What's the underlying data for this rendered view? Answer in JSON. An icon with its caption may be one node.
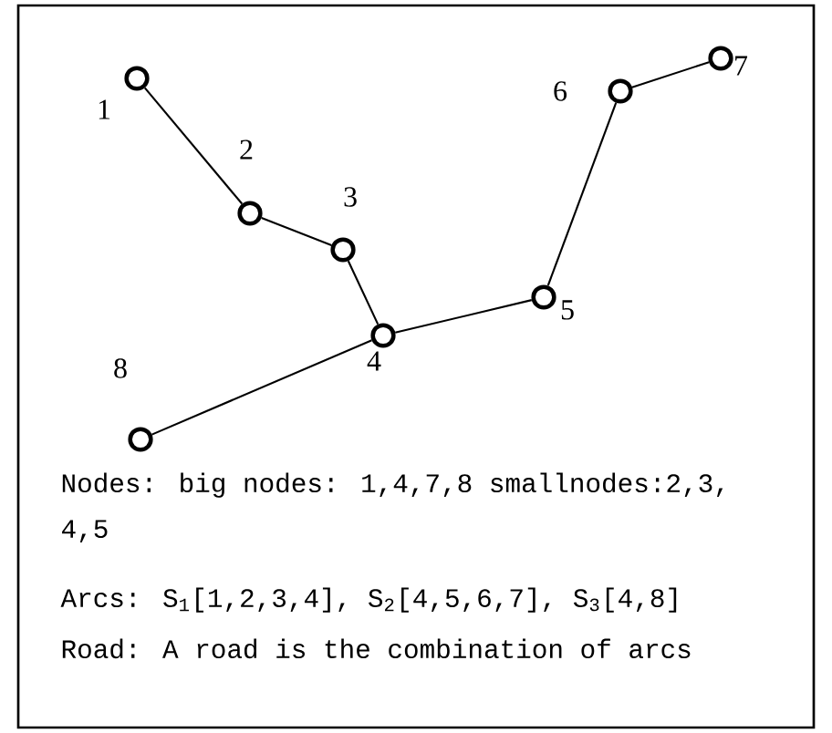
{
  "diagram": {
    "nodes": [
      {
        "text": [],
        "shape": "circle",
        "beside": [
          "1"
        ]
      },
      {
        "text": [],
        "shape": "circle",
        "beside": [
          "2"
        ]
      },
      {
        "text": [],
        "shape": "circle",
        "beside": [
          "3"
        ]
      },
      {
        "text": [],
        "shape": "circle",
        "beside": [
          "4"
        ]
      },
      {
        "text": [],
        "shape": "circle",
        "beside": [
          "5"
        ]
      },
      {
        "text": [],
        "shape": "circle",
        "beside": [
          "6"
        ]
      },
      {
        "text": [],
        "shape": "circle",
        "beside": [
          "7"
        ]
      },
      {
        "text": [],
        "shape": "circle",
        "beside": [
          "8"
        ]
      }
    ],
    "edges": [
      {
        "from": 0,
        "to": 1,
        "arrow": "none"
      },
      {
        "from": 1,
        "to": 2,
        "arrow": "none"
      },
      {
        "from": 2,
        "to": 3,
        "arrow": "none"
      },
      {
        "from": 3,
        "to": 4,
        "arrow": "none"
      },
      {
        "from": 4,
        "to": 5,
        "arrow": "none"
      },
      {
        "from": 5,
        "to": 6,
        "arrow": "none"
      },
      {
        "from": 3,
        "to": 7,
        "arrow": "none"
      }
    ],
    "labels": [
      "Nodes: big nodes: 1,4,7,8 smallnodes:2,3, 4,5",
      "Arcs: S$_{1}$[1,2,3,4], S$_{2}$[4,5,6,7], S$_{3}$[4,8]",
      "Road: A road is the combination of arcs"
    ]
  }
}
